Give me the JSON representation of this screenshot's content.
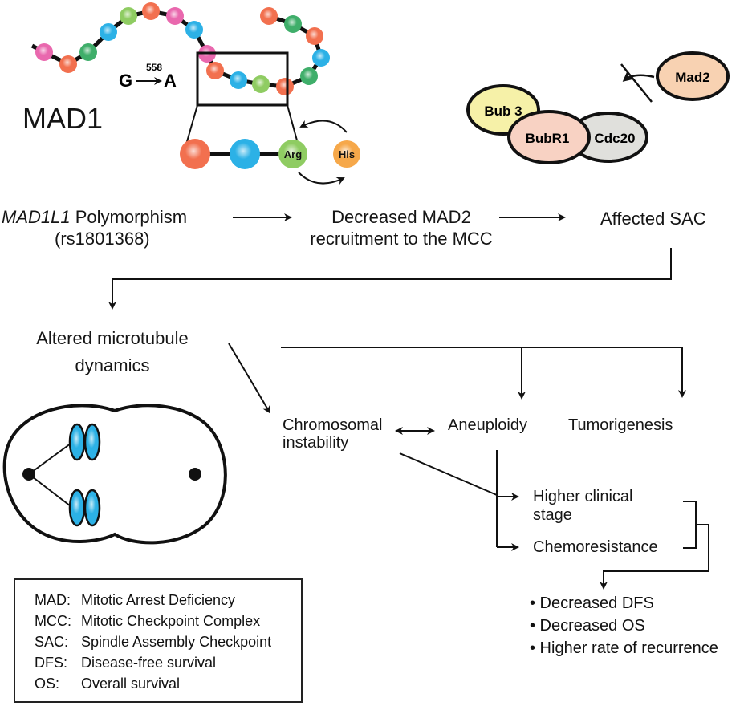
{
  "protein": {
    "name": "MAD1",
    "mutation_position": "558",
    "mutation_from": "G",
    "mutation_to": "A",
    "residue_original": "Arg",
    "residue_substituted": "His",
    "bead_colors": {
      "pink": "#e968ae",
      "orange": "#f2704f",
      "dark_green": "#3fae6a",
      "blue": "#2cb1e6",
      "light_green": "#8fcc62",
      "his_orange": "#f6a84a"
    },
    "chain": [
      "pink",
      "orange",
      "dark_green",
      "blue",
      "light_green",
      "orange",
      "pink",
      "blue",
      "pink",
      "orange",
      "blue",
      "light_green",
      "orange",
      "dark_green",
      "blue",
      "orange",
      "dark_green",
      "orange"
    ]
  },
  "complex": {
    "proteins": [
      {
        "label": "Bub 3",
        "color": "#f6f1a8"
      },
      {
        "label": "BubR1",
        "color": "#f8d2c3"
      },
      {
        "label": "Cdc20",
        "color": "#e0e0dc"
      },
      {
        "label": "Mad2",
        "color": "#f8d2b2"
      }
    ],
    "blocked_arrow": "blocked-binding-icon"
  },
  "flow": {
    "polymorphism_gene": "MAD1L1",
    "polymorphism_label": " Polymorphism",
    "polymorphism_id": "(rs1801368)",
    "mad2_line1": "Decreased MAD2",
    "mad2_line2": "recruitment to the MCC",
    "sac": "Affected SAC",
    "microtubule_line1": "Altered microtubule",
    "microtubule_line2": "dynamics",
    "cin_line1": "Chromosomal",
    "cin_line2": "instability",
    "aneuploidy": "Aneuploidy",
    "tumorigenesis": "Tumorigenesis",
    "stage_line1": "Higher clinical",
    "stage_line2": "stage",
    "chemoresistance": "Chemoresistance"
  },
  "outcomes": [
    "• Decreased DFS",
    "• Decreased OS",
    "• Higher rate of recurrence"
  ],
  "legend": [
    {
      "abbr": "MAD:",
      "full": "Mitotic Arrest Deficiency"
    },
    {
      "abbr": "MCC:",
      "full": "Mitotic Checkpoint Complex"
    },
    {
      "abbr": "SAC:",
      "full": "Spindle Assembly Checkpoint"
    },
    {
      "abbr": "DFS:",
      "full": "Disease-free survival"
    },
    {
      "abbr": "OS:",
      "full": "Overall survival"
    }
  ],
  "cell": {
    "chromosome_color": "#2cb1e6"
  }
}
